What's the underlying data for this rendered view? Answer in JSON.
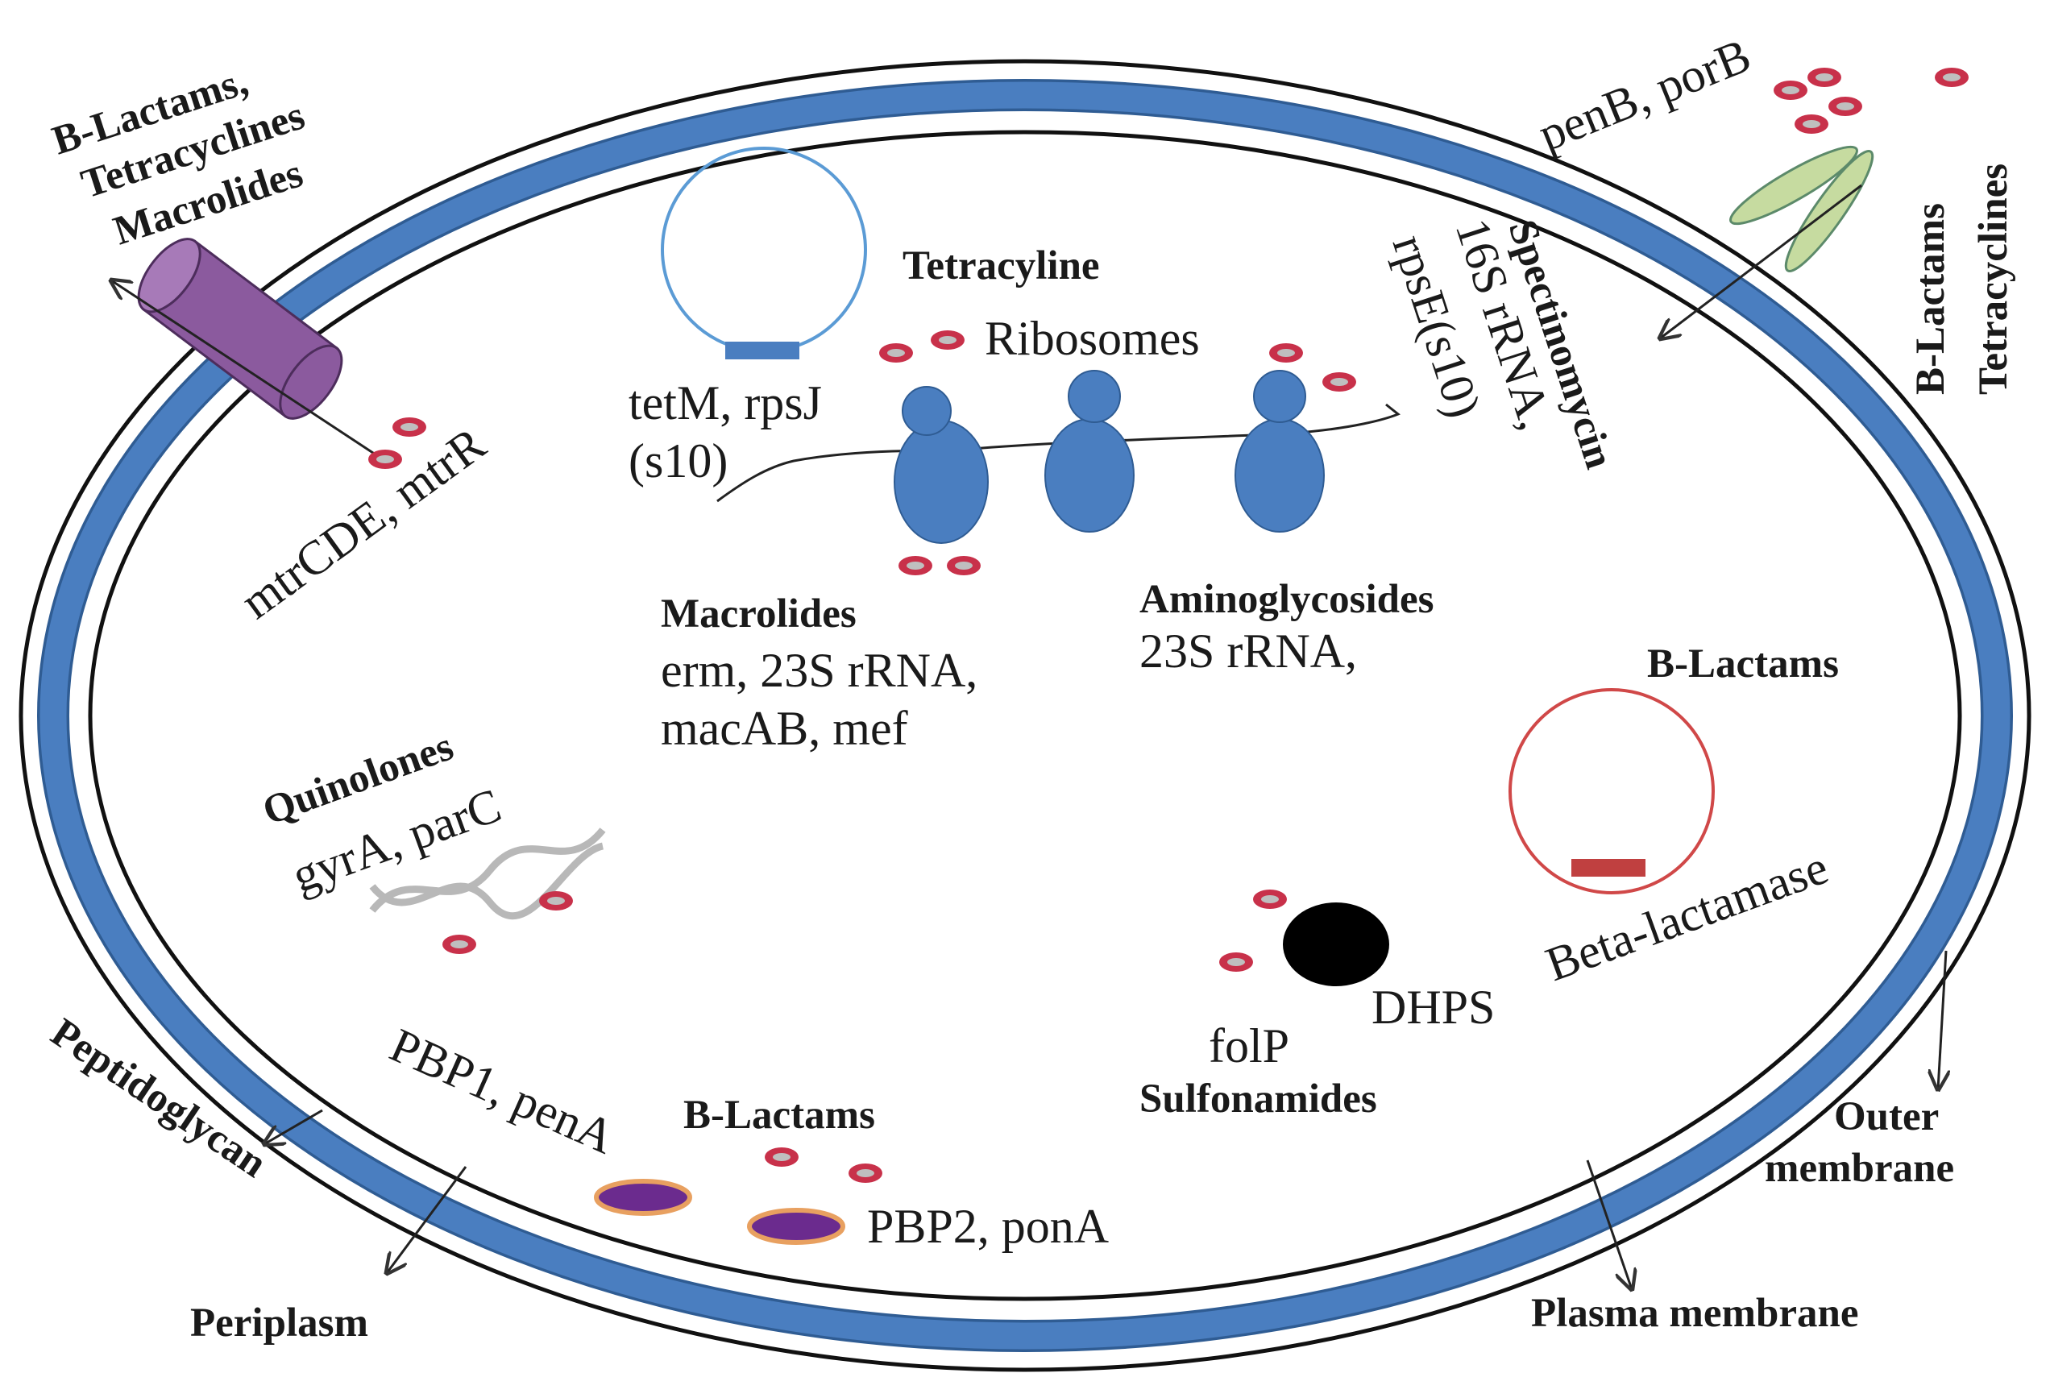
{
  "colors": {
    "membrane_blue": "#4a7ec0",
    "membrane_stroke": "#2f5c93",
    "outline": "#111111",
    "drug": "#c8314a",
    "drug_inner": "#bfbfbf",
    "pump": "#8b5a9e",
    "porin": "#c6dba0",
    "plasmid_blue": "#5b9bd5",
    "plasmid_red": "#d04848",
    "pbp": "#6b2b8e",
    "pbp_ring": "#e8a060",
    "dna": "#b8b8b8",
    "dhps": "#000000"
  },
  "labels": {
    "efflux_drugs_1": "B-Lactams,",
    "efflux_drugs_2": "Tetracyclines",
    "efflux_drugs_3": "Macrolides",
    "mtr_genes": "mtrCDE, mtrR",
    "porin_genes": "penB, porB",
    "porin_drugs_1": "B-Lactams",
    "porin_drugs_2": "Tetracyclines",
    "tetracycline_title": "Tetracyline",
    "tet_genes_1": "tetM, rpsJ",
    "tet_genes_2": "(s10)",
    "ribosomes": "Ribosomes",
    "spectinomycin": "Spectinomycin",
    "spec_genes_1": "16S rRNA,",
    "spec_genes_2": "rpsE(s10)",
    "macrolides_title": "Macrolides",
    "macrolides_genes_1": "erm, 23S rRNA,",
    "macrolides_genes_2": "macAB, mef",
    "aminoglycosides_title": "Aminoglycosides",
    "aminoglycosides_genes": "23S rRNA,",
    "blactams_plasmid_title": "B-Lactams",
    "beta_lactamase": "Beta-lactamase",
    "quinolones_title": "Quinolones",
    "quinolones_genes": "gyrA, parC",
    "dhps": "DHPS",
    "folp": "folP",
    "sulfonamides": "Sulfonamides",
    "pbp1": "PBP1, penA",
    "blactams_pbp_title": "B-Lactams",
    "pbp2": "PBP2, ponA",
    "peptidoglycan": "Peptidoglycan",
    "periplasm": "Periplasm",
    "plasma_membrane": "Plasma membrane",
    "outer_membrane_1": "Outer",
    "outer_membrane_2": "membrane"
  }
}
